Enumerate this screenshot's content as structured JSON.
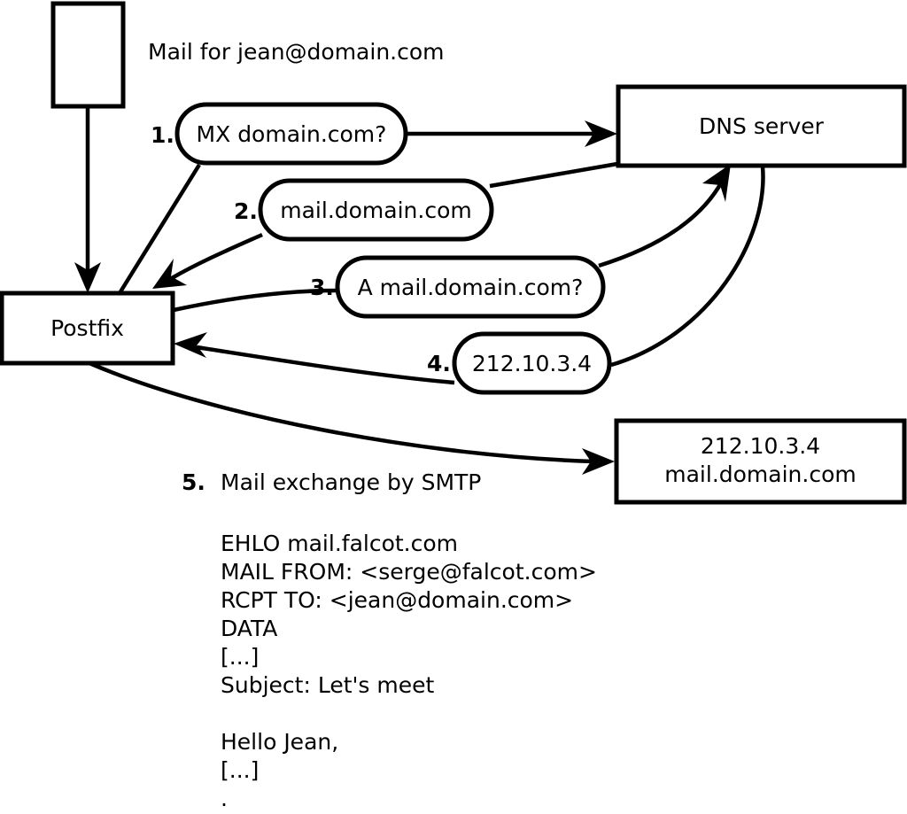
{
  "diagram": {
    "title": "Mail for jean@domain.com",
    "nodes": {
      "mail_client": {
        "label": ""
      },
      "postfix": {
        "label": "Postfix"
      },
      "dns_server": {
        "label": "DNS server"
      },
      "mail_host": {
        "line1": "212.10.3.4",
        "line2": "mail.domain.com"
      }
    },
    "steps": [
      {
        "number": "1.",
        "label": "MX domain.com?"
      },
      {
        "number": "2.",
        "label": "mail.domain.com"
      },
      {
        "number": "3.",
        "label": "A mail.domain.com?"
      },
      {
        "number": "4.",
        "label": "212.10.3.4"
      }
    ],
    "step5": {
      "number": "5.",
      "label": "Mail exchange by SMTP"
    },
    "transcript": [
      "EHLO mail.falcot.com",
      "MAIL FROM: <serge@falcot.com>",
      "RCPT TO: <jean@domain.com>",
      "DATA",
      "[...]",
      "Subject: Let's meet",
      "",
      "Hello Jean,",
      "[...]",
      "."
    ],
    "colors": {
      "stroke": "#000000",
      "fill": "#ffffff",
      "background": "#ffffff"
    }
  }
}
